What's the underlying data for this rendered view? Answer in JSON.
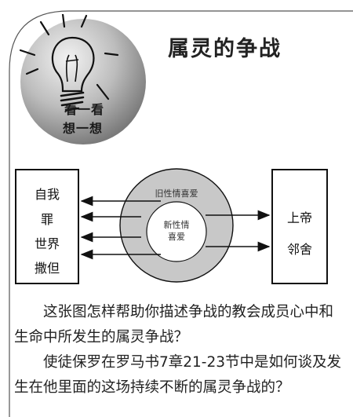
{
  "title": "属灵的争战",
  "badge": {
    "line1": "看一看",
    "line2": "想一想",
    "icon": "lightbulb-icon"
  },
  "diagram": {
    "left_items": [
      "自我",
      "罪",
      "世界",
      "撒但"
    ],
    "outer_ring_label": "旧性情喜爱",
    "inner_circle_label_line1": "新性情",
    "inner_circle_label_line2": "喜爱",
    "right_items": [
      "上帝",
      "邻舍"
    ]
  },
  "paragraphs": [
    "这张图怎样帮助你描述争战的教会成员心中和生命中所发生的属灵争战？",
    "使徒保罗在罗马书7章21-23节中是如何谈及发生在他里面的这场持续不断的属灵争战的？"
  ]
}
